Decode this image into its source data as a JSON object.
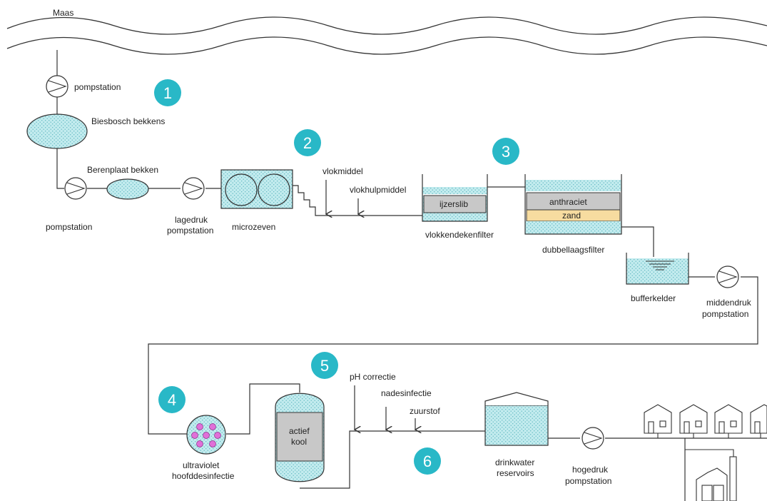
{
  "labels": {
    "maas": "Maas",
    "pompstation_top": "pompstation",
    "biesbosch": "Biesbosch bekkens",
    "berenplaat": "Berenplaat bekken",
    "pompstation_left": "pompstation",
    "lagedruk_1": "lagedruk",
    "lagedruk_2": "pompstation",
    "microzeven": "microzeven",
    "vlokmiddel": "vlokmiddel",
    "vlokhulpmiddel": "vlokhulpmiddel",
    "ijzerslib": "ijzerslib",
    "vlokkendekenfilter": "vlokkendekenfilter",
    "anthraciet": "anthraciet",
    "zand": "zand",
    "dubbellaagsfilter": "dubbellaagsfilter",
    "bufferkelder": "bufferkelder",
    "middendruk_1": "middendruk",
    "middendruk_2": "pompstation",
    "ph_correctie": "pH correctie",
    "nadesinfectie": "nadesinfectie",
    "zuurstof": "zuurstof",
    "actief_1": "actief",
    "actief_2": "kool",
    "uv_1": "ultraviolet",
    "uv_2": "hoofddesinfectie",
    "drinkwater_1": "drinkwater",
    "drinkwater_2": "reservoirs",
    "hogedruk_1": "hogedruk",
    "hogedruk_2": "pompstation"
  },
  "steps": [
    "1",
    "2",
    "3",
    "4",
    "5",
    "6"
  ],
  "colors": {
    "water": "#bfe8ec",
    "badge": "#29b8c7",
    "line": "#333333",
    "filter_grey": "#c8c8c8",
    "sand": "#f7dca0",
    "uv_dot": "#e070d8"
  }
}
